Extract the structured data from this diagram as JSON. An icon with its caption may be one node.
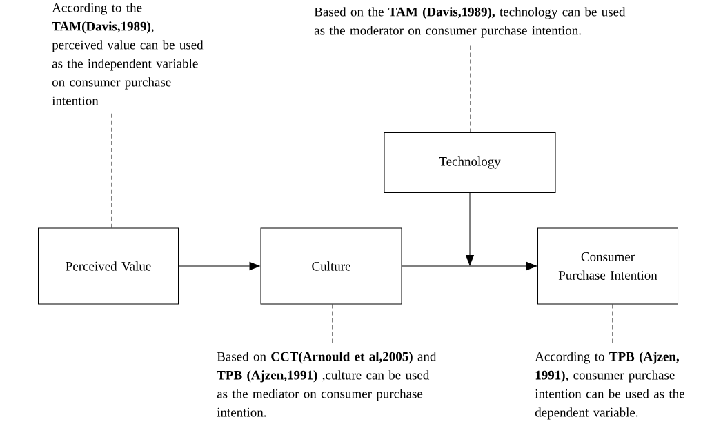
{
  "diagram": {
    "nodes": [
      {
        "text": [
          "According  to the **TAM(Davis,1989)**, perceived value can be used as the independent variable on consumer purchase intention"
        ]
      },
      {
        "text": [
          "Based on the **TAM (Davis,1989),** technology can be used as the moderator on consumer purchase intention."
        ]
      },
      {
        "text": [
          "Technology"
        ]
      },
      {
        "text": [
          "Perceived Value"
        ]
      },
      {
        "text": [
          "Culture"
        ]
      },
      {
        "text": [
          "Consumer Purchase Intention"
        ]
      },
      {
        "text": [
          "Based on **CCT(Arnould et al,2005)** and **TPB (Ajzen,1991)** ,culture can be used as the mediator on consumer purchase intention."
        ]
      },
      {
        "text": [
          "According  to **TPB (Ajzen, 1991)**, consumer purchase intention can be used as the dependent variable."
        ]
      }
    ],
    "edges": [
      {
        "from": 0,
        "to": 3,
        "arrow": "none",
        "style": "dashed"
      },
      {
        "from": 1,
        "to": 2,
        "arrow": "none",
        "style": "dashed"
      },
      {
        "from": 3,
        "to": 4,
        "arrow": "to"
      },
      {
        "from": 4,
        "to": 5,
        "arrow": "to"
      },
      {
        "from": 2,
        "to": null,
        "arrow": "to"
      },
      {
        "from": 4,
        "to": 6,
        "arrow": "none",
        "style": "dashed"
      },
      {
        "from": 5,
        "to": 7,
        "arrow": "none",
        "style": "dashed"
      }
    ]
  }
}
